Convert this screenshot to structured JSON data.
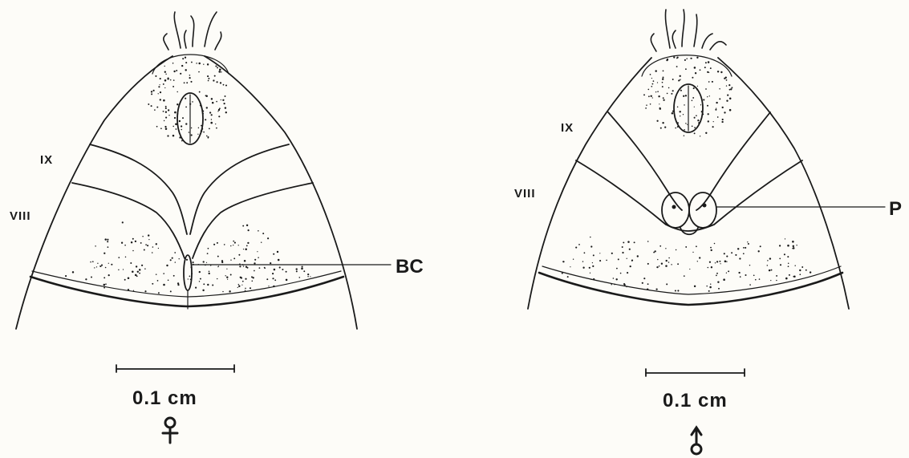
{
  "panels": [
    {
      "id": "female",
      "segment_labels": {
        "ix": "IX",
        "viii": "VIII"
      },
      "callout_label": "BC",
      "scale_label": "0.1 cm",
      "sex_symbol": "female-symbol"
    },
    {
      "id": "male",
      "segment_labels": {
        "ix": "IX",
        "viii": "VIII"
      },
      "callout_label": "P",
      "scale_label": "0.1 cm",
      "sex_symbol": "male-symbol"
    }
  ]
}
